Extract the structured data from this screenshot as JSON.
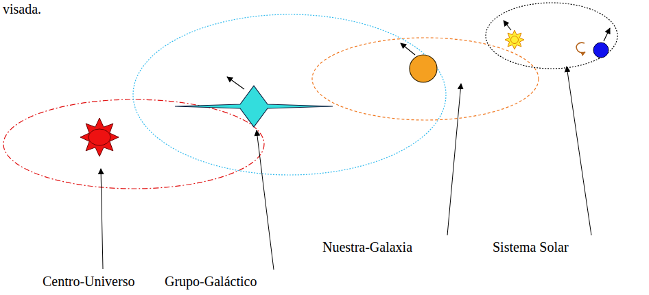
{
  "diagram": {
    "labels": [
      "visada.",
      "Centro-Universo",
      "Grupo-Galáctico",
      "Nuestra-Galaxia",
      "Sistema Solar"
    ]
  }
}
